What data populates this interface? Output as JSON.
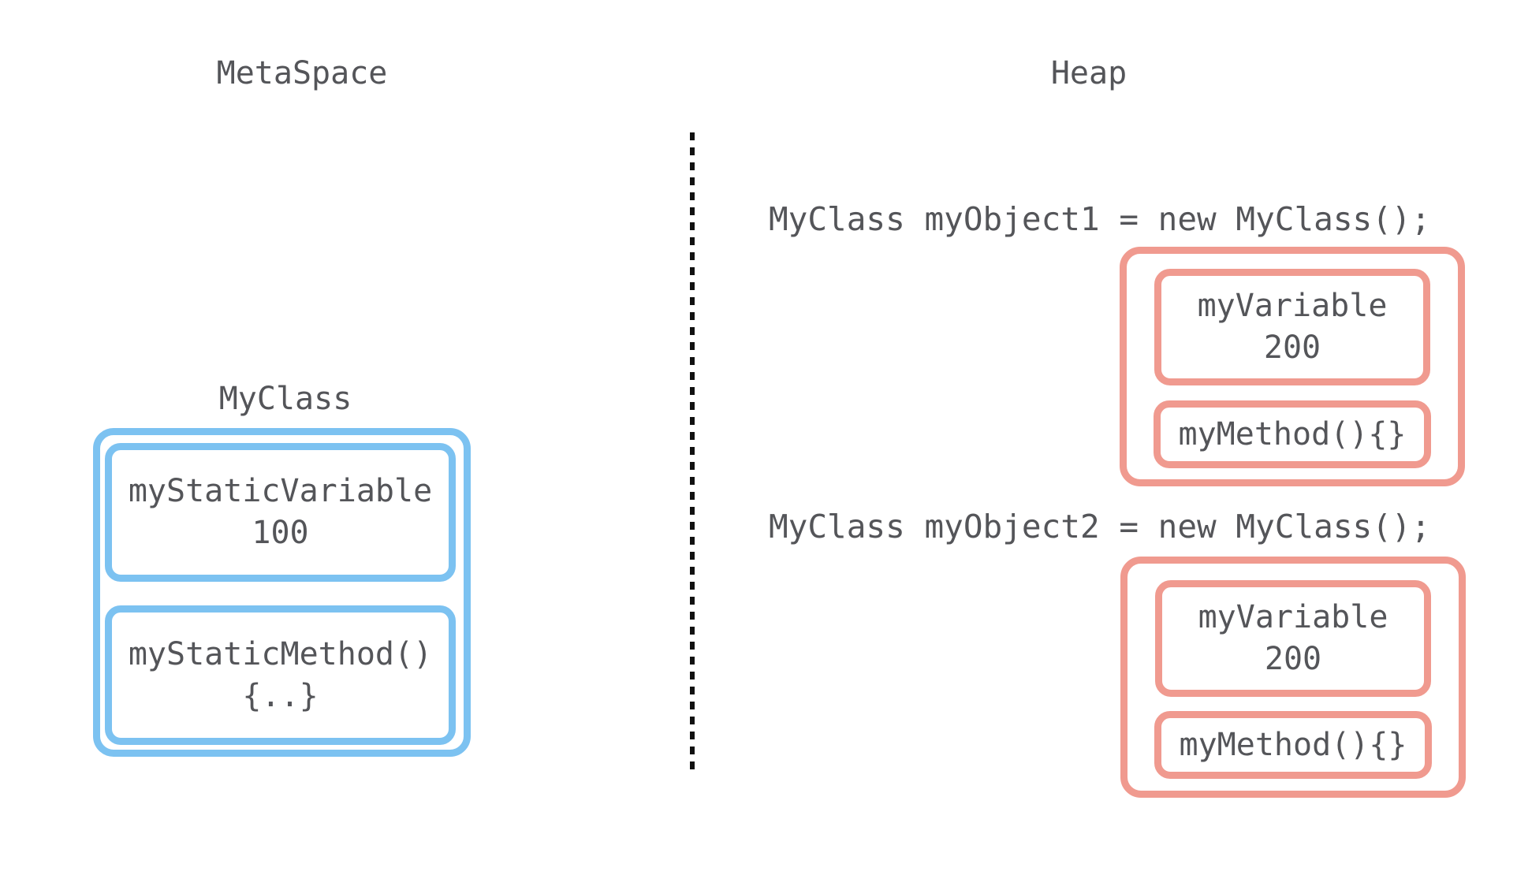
{
  "page": {
    "background": "#ffffff"
  },
  "colors": {
    "class_box_border": "#7cc2f1",
    "object_box_border": "#f09a8f",
    "text": "#545559",
    "divider_dashes": "#111111"
  },
  "metaspace": {
    "title": "MetaSpace",
    "class_label": "MyClass",
    "static_variable": {
      "name": "myStaticVariable",
      "value": "100"
    },
    "static_method": {
      "name": "myStaticMethod()",
      "body": "{..}"
    }
  },
  "heap": {
    "title": "Heap",
    "objects": [
      {
        "code": "MyClass myObject1 = new MyClass();",
        "variable": {
          "name": "myVariable",
          "value": "200"
        },
        "method": "myMethod(){}"
      },
      {
        "code": "MyClass myObject2 = new MyClass();",
        "variable": {
          "name": "myVariable",
          "value": "200"
        },
        "method": "myMethod(){}"
      }
    ]
  }
}
